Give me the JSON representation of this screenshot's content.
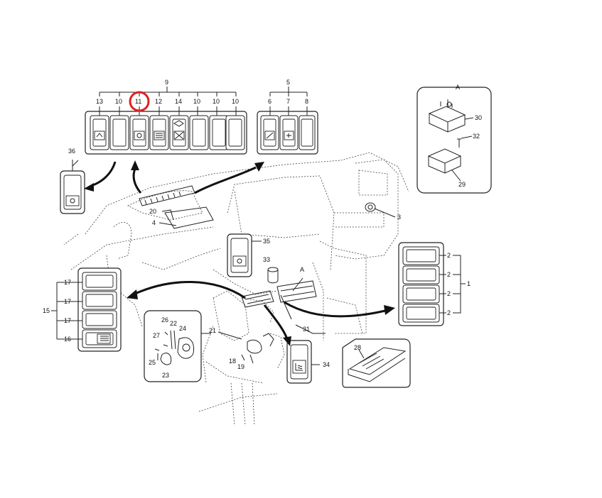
{
  "callouts": {
    "c1": "1",
    "c2a": "2",
    "c2b": "2",
    "c2c": "2",
    "c2d": "2",
    "c3": "3",
    "c4": "4",
    "c5": "5",
    "c6": "6",
    "c7": "7",
    "c8": "8",
    "c9": "9",
    "c10a": "10",
    "c10b": "10",
    "c10c": "10",
    "c10d": "10",
    "c11": "11",
    "c12": "12",
    "c13": "13",
    "c14": "14",
    "c15": "15",
    "c16": "16",
    "c17a": "17",
    "c17b": "17",
    "c17c": "17",
    "c18": "18",
    "c19": "19",
    "c20": "20",
    "c21": "21",
    "c22": "22",
    "c23": "23",
    "c24": "24",
    "c25": "25",
    "c26": "26",
    "c27": "27",
    "c28": "28",
    "c29": "29",
    "c30": "30",
    "c31": "31",
    "c32": "32",
    "c33": "33",
    "c34": "34",
    "c35": "35",
    "c36": "36",
    "cA": "A",
    "cA2": "A"
  },
  "highlight": {
    "callout": "11",
    "color": "#e02020"
  }
}
